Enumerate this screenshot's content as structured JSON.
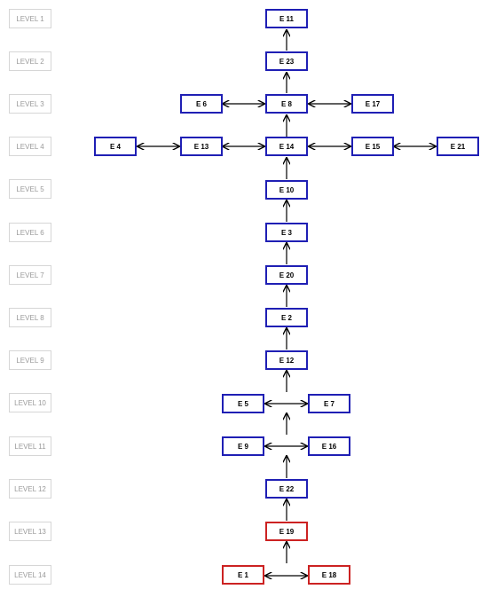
{
  "levels": [
    "LEVEL 1",
    "LEVEL 2",
    "LEVEL 3",
    "LEVEL 4",
    "LEVEL 5",
    "LEVEL 6",
    "LEVEL 7",
    "LEVEL 8",
    "LEVEL 9",
    "LEVEL 10",
    "LEVEL 11",
    "LEVEL 12",
    "LEVEL 13",
    "LEVEL 14"
  ],
  "nodes": {
    "e11": "E 11",
    "e23": "E 23",
    "e6": "E 6",
    "e8": "E 8",
    "e17": "E 17",
    "e4": "E 4",
    "e13": "E 13",
    "e14": "E 14",
    "e15": "E 15",
    "e21": "E 21",
    "e10": "E 10",
    "e3": "E 3",
    "e20": "E 20",
    "e2": "E 2",
    "e12": "E 12",
    "e5": "E 5",
    "e7": "E 7",
    "e9": "E 9",
    "e16": "E 16",
    "e22": "E 22",
    "e19": "E 19",
    "e1": "E 1",
    "e18": "E 18"
  },
  "colors": {
    "blue": "#1f1fb4",
    "red": "#cc2222"
  }
}
